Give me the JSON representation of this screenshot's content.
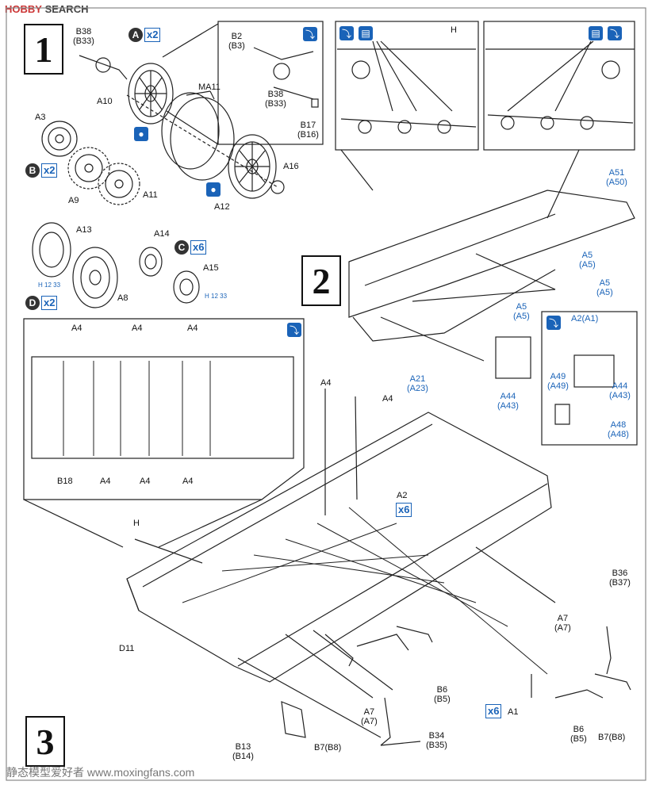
{
  "header": {
    "logo_text": "HOBBY",
    "logo_suffix": "SEARCH"
  },
  "watermark": {
    "site": "www.moxingfans.com",
    "cn_text": "静态模型爱好者"
  },
  "steps": [
    {
      "number": "1"
    },
    {
      "number": "2"
    },
    {
      "number": "3"
    }
  ],
  "step1": {
    "labels": {
      "b38": "B38",
      "b33": "(B33)",
      "a10": "A10",
      "a3": "A3",
      "a9": "A9",
      "a11": "A11",
      "ma11": "MA11",
      "a16": "A16",
      "a12": "A12",
      "b2": "B2",
      "b3": "(B3)",
      "b38b": "B38",
      "b33b": "(B33)",
      "b17": "B17",
      "b16": "(B16)",
      "a13": "A13",
      "a8": "A8",
      "a14": "A14",
      "a15": "A15",
      "h12_33": "H 12 33",
      "h12_33b": "H 12 33"
    },
    "badges": {
      "a": {
        "letter": "A",
        "mult": "x2"
      },
      "b": {
        "letter": "B",
        "mult": "x2"
      },
      "c": {
        "letter": "C",
        "mult": "x6"
      },
      "d": {
        "letter": "D",
        "mult": "x2"
      }
    }
  },
  "step2": {
    "labels": {
      "h": "H",
      "a51": "A51",
      "a50": "(A50)",
      "a5_1": "A5",
      "a5_1b": "(A5)",
      "a5_2": "A5",
      "a5_2b": "(A5)",
      "a5_3": "A5",
      "a5_3b": "(A5)",
      "a21": "A21",
      "a23": "(A23)",
      "a44": "A44",
      "a43": "(A43)",
      "a2": "A2(A1)",
      "a49": "A49",
      "a49b": "(A49)",
      "a44b": "A44",
      "a43b": "(A43)",
      "a48": "A48",
      "a48b": "(A48)"
    }
  },
  "step3": {
    "labels": {
      "a4_top1": "A4",
      "a4_top2": "A4",
      "a4_top3": "A4",
      "a4_bot1": "A4",
      "a4_bot2": "A4",
      "a4_bot3": "A4",
      "b18": "B18",
      "a4_float1": "A4",
      "a4_float2": "A4",
      "a2": "A2",
      "a2_mult": "x6",
      "h": "H",
      "d11": "D11",
      "b36": "B36",
      "b37": "(B37)",
      "a7_1": "A7",
      "a7_1b": "(A7)",
      "a7_2": "A7",
      "a7_2b": "(A7)",
      "b6_1": "B6",
      "b5_1": "(B5)",
      "b6_2": "B6",
      "b5_2": "(B5)",
      "a1": "A1",
      "a1_mult": "x6",
      "b7b8": "B7(B8)",
      "b7b8_2": "B7(B8)",
      "b34": "B34",
      "b35": "(B35)",
      "b13": "B13",
      "b14": "(B14)"
    }
  }
}
